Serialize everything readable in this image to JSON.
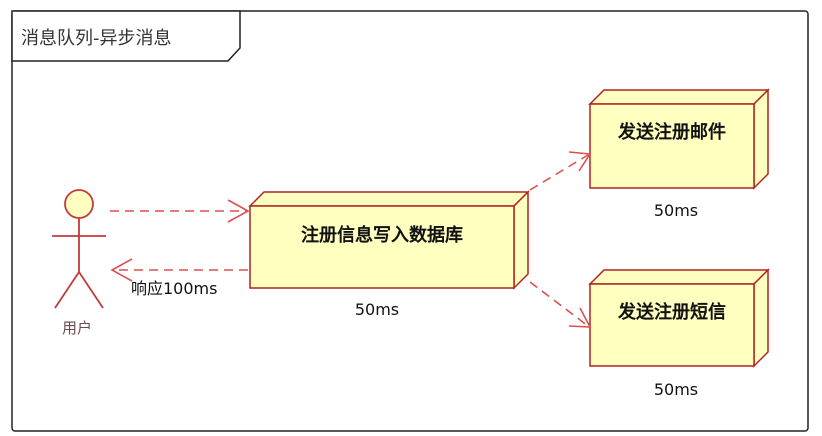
{
  "title": "消息队列-异步消息",
  "actor": {
    "label": "用户"
  },
  "nodes": {
    "db": {
      "label": "注册信息写入数据库",
      "time": "50ms"
    },
    "email": {
      "label": "发送注册邮件",
      "time": "50ms"
    },
    "sms": {
      "label": "发送注册短信",
      "time": "50ms"
    }
  },
  "response": {
    "label": "响应100ms"
  },
  "colors": {
    "node_fill": "#ffffc0",
    "node_stroke": "#b22222",
    "arrow": "#dc5050",
    "actor_fill": "#ffffc0",
    "actor_stroke": "#c23b3b",
    "frame": "#222222"
  }
}
